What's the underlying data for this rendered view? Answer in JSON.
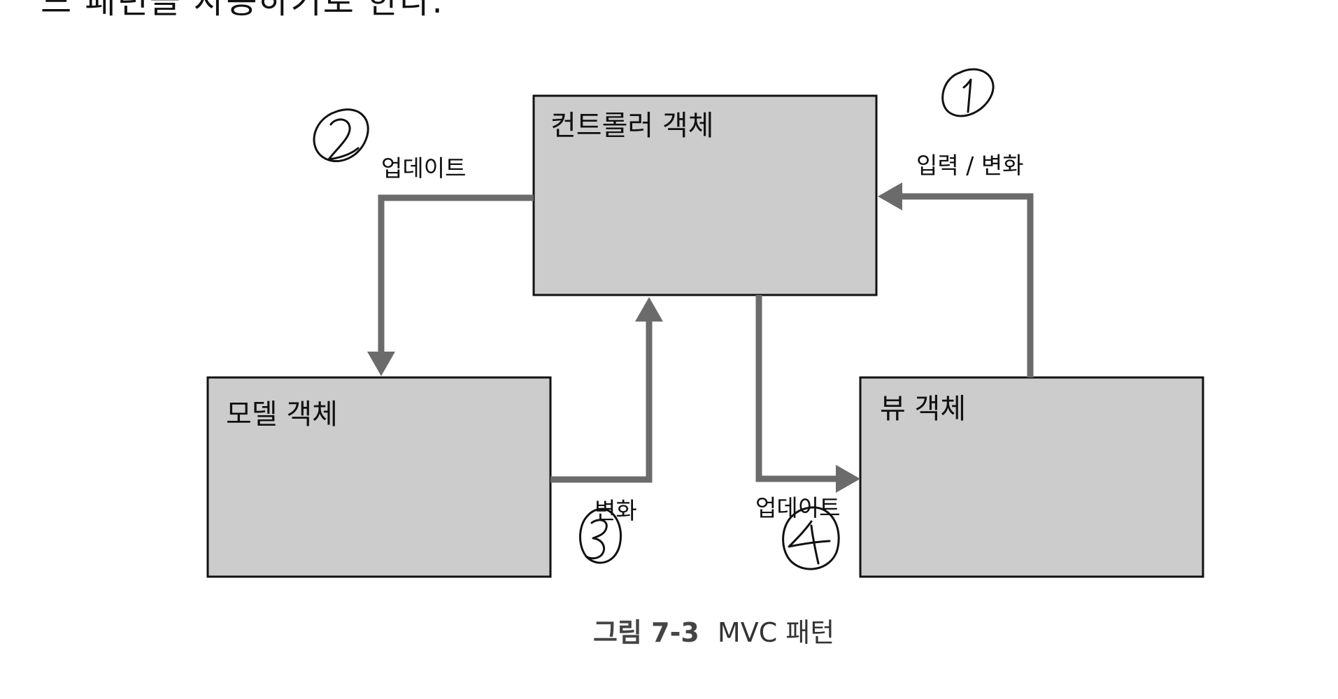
{
  "top_text": "드 패턴을 사용하기로 한다.",
  "boxes": {
    "controller": {
      "label": "컨트롤러 객체"
    },
    "model": {
      "label": "모델 객체"
    },
    "view": {
      "label": "뷰 객체"
    }
  },
  "edges": {
    "controller_to_model": {
      "label": "업데이트"
    },
    "model_to_controller": {
      "label": "변화"
    },
    "controller_to_view": {
      "label": "업데이트"
    },
    "view_to_controller": {
      "label": "입력 / 변화"
    }
  },
  "handwritten_marks": [
    "1",
    "2",
    "3",
    "4"
  ],
  "caption": {
    "prefix": "그림 7-3",
    "title": "MVC 패턴"
  },
  "colors": {
    "box_fill": "#cccccc",
    "arrow": "#6b6b6b"
  }
}
